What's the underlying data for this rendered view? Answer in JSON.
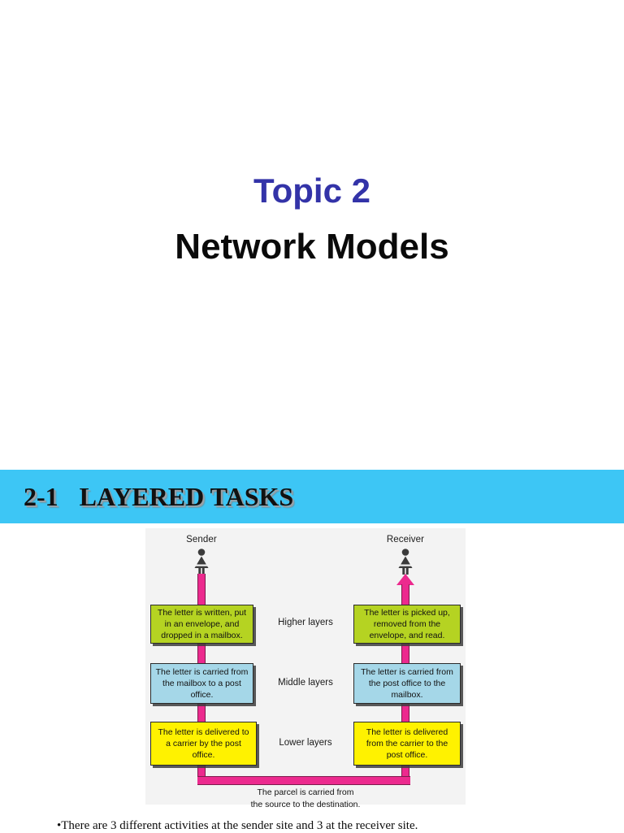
{
  "slide": {
    "topic": "Topic 2",
    "title": "Network Models"
  },
  "section": {
    "number": "2-1",
    "heading": "LAYERED TASKS",
    "banner_color": "#3dc6f5"
  },
  "diagram": {
    "sender_label": "Sender",
    "receiver_label": "Receiver",
    "sender_icon": "person-female-icon",
    "receiver_icon": "person-female-icon",
    "layer_names": [
      "Higher layers",
      "Middle layers",
      "Lower layers"
    ],
    "sender_boxes": [
      {
        "color": "#b5d322",
        "lines": [
          "The letter is written,",
          "put in an envelope, and",
          "dropped in a mailbox."
        ],
        "text": "The letter is written, put in an envelope, and dropped in a mailbox."
      },
      {
        "color": "#a5d7e8",
        "lines": [
          "The letter is carried",
          "from the mailbox",
          "to a post office."
        ],
        "text": "The letter is carried from the mailbox to a post office."
      },
      {
        "color": "#fff200",
        "lines": [
          "The letter is delivered",
          "to a carrier by the post",
          "office."
        ],
        "text": "The letter is delivered to a carrier by the post office."
      }
    ],
    "receiver_boxes": [
      {
        "color": "#b5d322",
        "lines": [
          "The letter is picked up,",
          "removed from the",
          "envelope, and read."
        ],
        "text": "The letter is picked up, removed from the envelope, and read."
      },
      {
        "color": "#a5d7e8",
        "lines": [
          "The letter is carried",
          "from the post office",
          "to the mailbox."
        ],
        "text": "The letter is carried from the post office to the mailbox."
      },
      {
        "color": "#fff200",
        "lines": [
          "The letter is delivered",
          "from the carrier",
          "to the post office."
        ],
        "text": "The letter is delivered from the carrier to the post office."
      }
    ],
    "parcel_caption_line1": "The parcel is carried from",
    "parcel_caption_line2": "the source to the destination.",
    "connector_color": "#ec2a8e"
  },
  "notes": {
    "bullet1": "•There are 3 different activities at the sender site and 3 at the receiver site."
  }
}
